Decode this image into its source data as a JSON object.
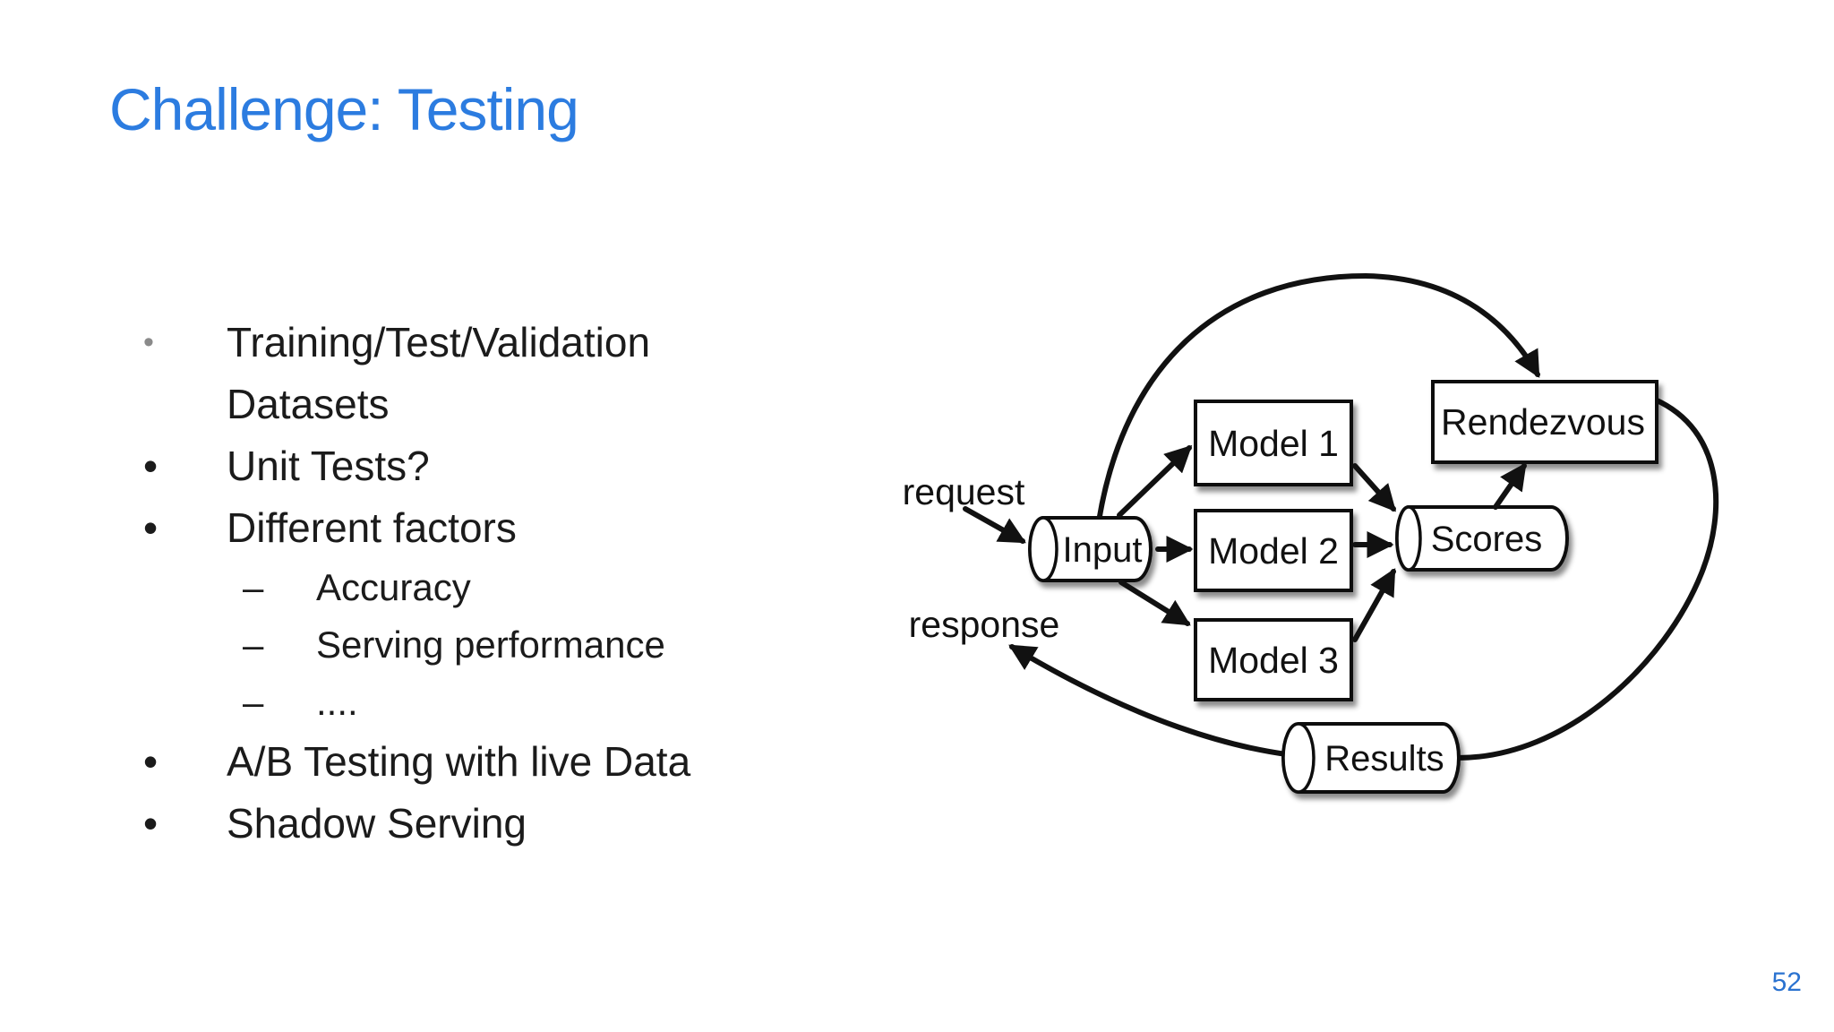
{
  "slide": {
    "title": "Challenge: Testing",
    "title_color": "#2c7ce0",
    "page_number": "52",
    "page_number_color": "#2a72d0",
    "background_color": "#ffffff",
    "body_text_color": "#1b1b1b",
    "diagram_ink_color": "#111111"
  },
  "bullets": [
    {
      "level": 1,
      "marker": "•",
      "marker_style": "small-gray",
      "text": "Training/Test/Validation\nDatasets"
    },
    {
      "level": 1,
      "marker": "•",
      "text": "Unit Tests?"
    },
    {
      "level": 1,
      "marker": "•",
      "text": "Different factors"
    },
    {
      "level": 2,
      "marker": "–",
      "text": "Accuracy"
    },
    {
      "level": 2,
      "marker": "–",
      "text": "Serving performance"
    },
    {
      "level": 2,
      "marker": "–",
      "text": "...."
    },
    {
      "level": 1,
      "marker": "•",
      "text": "A/B Testing with live Data"
    },
    {
      "level": 1,
      "marker": "•",
      "text": "Shadow Serving"
    }
  ],
  "diagram": {
    "edge_labels": {
      "request": "request",
      "response": "response"
    },
    "nodes": {
      "input": {
        "label": "Input",
        "shape": "cylinder"
      },
      "model1": {
        "label": "Model 1",
        "shape": "box"
      },
      "model2": {
        "label": "Model 2",
        "shape": "box"
      },
      "model3": {
        "label": "Model 3",
        "shape": "box"
      },
      "scores": {
        "label": "Scores",
        "shape": "cylinder"
      },
      "rendezvous": {
        "label": "Rendezvous",
        "shape": "box"
      },
      "results": {
        "label": "Results",
        "shape": "cylinder"
      }
    }
  }
}
